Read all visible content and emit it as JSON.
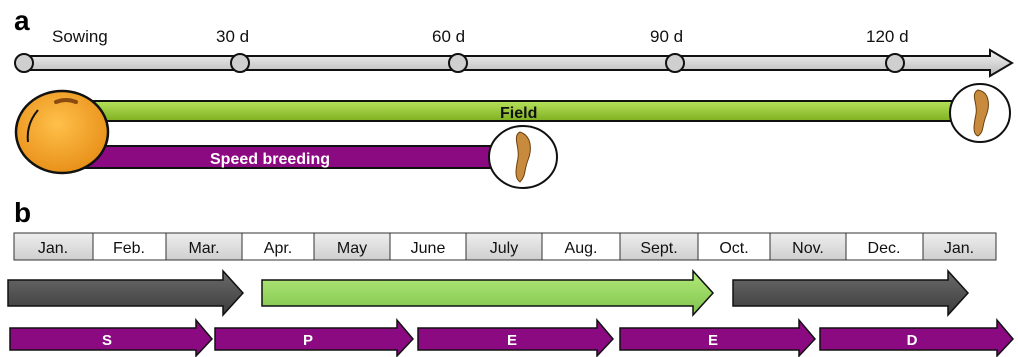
{
  "panel_a": {
    "letter": "a",
    "timeline_labels": [
      "Sowing",
      "30 d",
      "60 d",
      "90 d",
      "120 d"
    ],
    "field_label": "Field",
    "speed_breeding_label": "Speed breeding",
    "colors": {
      "field": "#99cc33",
      "speed_breeding": "#8b0a82",
      "seed": "#f5a623",
      "pod": "#c88a3c",
      "timeline": "#d0d0d0"
    }
  },
  "panel_b": {
    "letter": "b",
    "months": [
      "Jan.",
      "Feb.",
      "Mar.",
      "Apr.",
      "May",
      "June",
      "July",
      "Aug.",
      "Sept.",
      "Oct.",
      "Nov.",
      "Dec.",
      "Jan."
    ],
    "season_arrow_colors": [
      "#555555",
      "#99dd66",
      "#555555"
    ],
    "stage_labels": [
      "S",
      "P",
      "E",
      "E",
      "D"
    ],
    "stage_color": "#8b0a82"
  }
}
